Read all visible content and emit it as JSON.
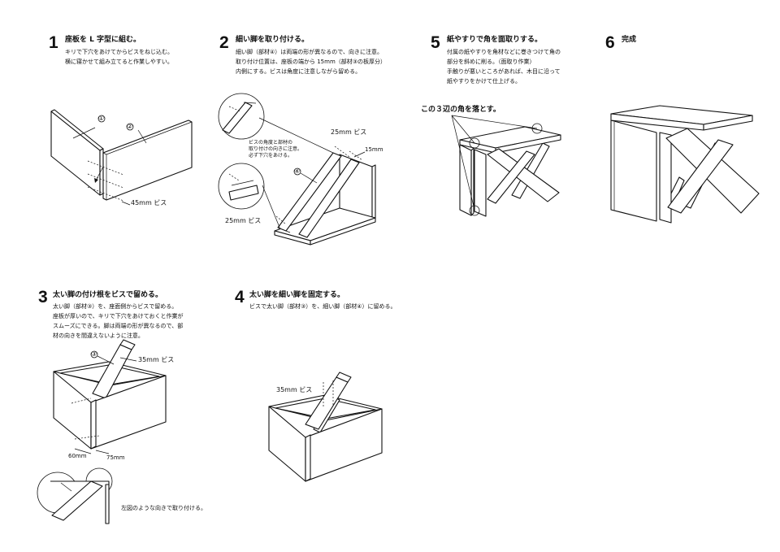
{
  "steps": [
    {
      "num": "1",
      "title": "座板を L 字型に組む。",
      "body": [
        "キリで下穴をあけてからビスをねじ込む。",
        "横に寝かせて組み立てると作業しやすい。"
      ]
    },
    {
      "num": "2",
      "title": "細い脚を取り付ける。",
      "body": [
        "細い脚（部材④）は両端の形が異なるので、向きに注意。",
        "取り付け位置は、座板の端から 15mm（部材③の板厚分）",
        "内側にする。ビスは角度に注意しながら留める。"
      ]
    },
    {
      "num": "5",
      "title": "紙やすりで角を面取りする。",
      "body": [
        "付属の紙やすりを角材などに巻きつけて角の",
        "部分を斜めに削る。（面取り作業）",
        "手触りが悪いところがあれば、木目に沿って",
        "紙やすりをかけて仕上げる。"
      ]
    },
    {
      "num": "6",
      "title": "完成",
      "body": []
    },
    {
      "num": "3",
      "title": "太い脚の付け根をビスで留める。",
      "body": [
        "太い脚（部材③）を、座面側からビスで留める。",
        "座板が厚いので、キリで下穴をあけておくと作業が",
        "スムーズにできる。脚は両端の形が異なるので、部",
        "材の向きを間違えないように注意。"
      ]
    },
    {
      "num": "4",
      "title": "太い脚を細い脚を固定する。",
      "body": [
        "ビスで太い脚（部材③）を、細い脚（部材④）に留める。"
      ]
    }
  ],
  "labels": {
    "part1": "①",
    "part2": "②",
    "part3": "③",
    "part4": "④",
    "s1_screw": "45mm ビス",
    "s2_screw_a": "25mm ビス",
    "s2_screw_b": "25mm ビス",
    "s2_offset": "15mm",
    "s2_note": [
      "ビスの角度と部材の",
      "取り付けの向きに注意。",
      "必ず下穴をあける。"
    ],
    "s5_note": "この３辺の角を落とす。",
    "s3_screw": "35mm ビス",
    "s3_dim_a": "60mm",
    "s3_dim_b": "75mm",
    "s3_note": "左図のような向きで取り付ける。",
    "s4_screw": "35mm ビス"
  }
}
